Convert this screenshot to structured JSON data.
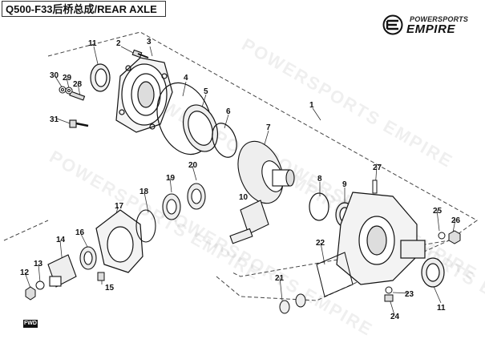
{
  "title": "Q500-F33后桥总成/REAR AXLE",
  "brand": {
    "line1": "POWERSPORTS",
    "line2": "EMPIRE",
    "logo_icon": "empire-logo-icon"
  },
  "watermark": "POWERSPORTS EMPIRE",
  "corner_label": "FWD",
  "callouts": [
    "1",
    "2",
    "3",
    "4",
    "5",
    "6",
    "7",
    "8",
    "9",
    "10",
    "11",
    "11",
    "12",
    "13",
    "14",
    "15",
    "16",
    "17",
    "18",
    "19",
    "20",
    "21",
    "22",
    "23",
    "24",
    "25",
    "26",
    "27",
    "28",
    "29",
    "30",
    "31"
  ]
}
